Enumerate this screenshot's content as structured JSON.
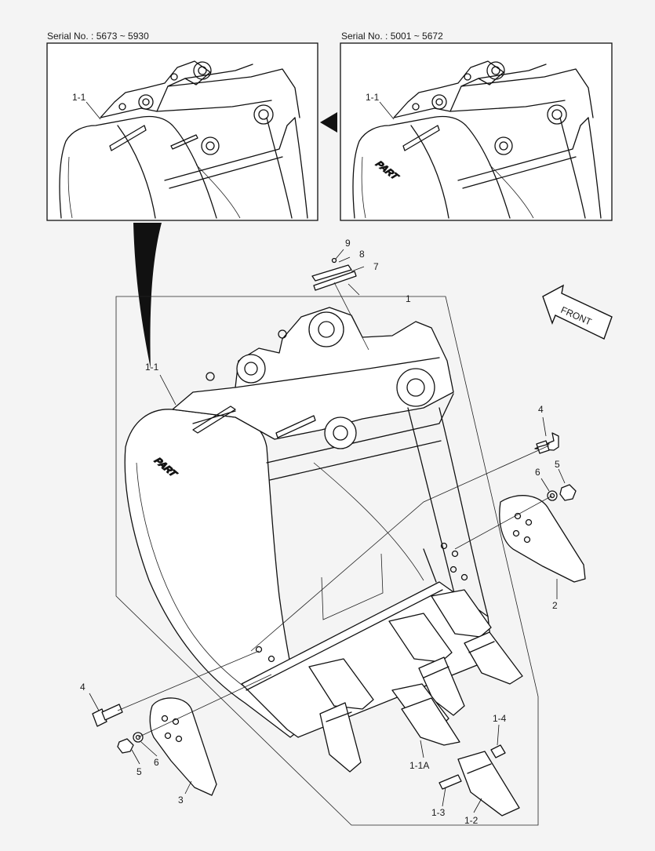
{
  "insets": {
    "left": {
      "serial_label": "Serial No. : 5673 ~ 5930",
      "part_label": "1-1"
    },
    "right": {
      "serial_label": "Serial No. : 5001 ~ 5672",
      "part_label": "1-1"
    }
  },
  "callouts": {
    "c1": "1",
    "c1_1": "1-1",
    "c1_1A": "1-1A",
    "c1_2": "1-2",
    "c1_3": "1-3",
    "c1_4": "1-4",
    "c2": "2",
    "c3": "3",
    "c4_top": "4",
    "c4_bottom": "4",
    "c5_top": "5",
    "c5_bottom": "5",
    "c6_top": "6",
    "c6_bottom": "6",
    "c7": "7",
    "c8": "8",
    "c9": "9"
  },
  "front_arrow": {
    "label": "FRONT"
  },
  "branding": {
    "logo_text": "PART"
  },
  "colors": {
    "line": "#111111",
    "background": "#f4f4f4",
    "paper": "#ffffff"
  }
}
